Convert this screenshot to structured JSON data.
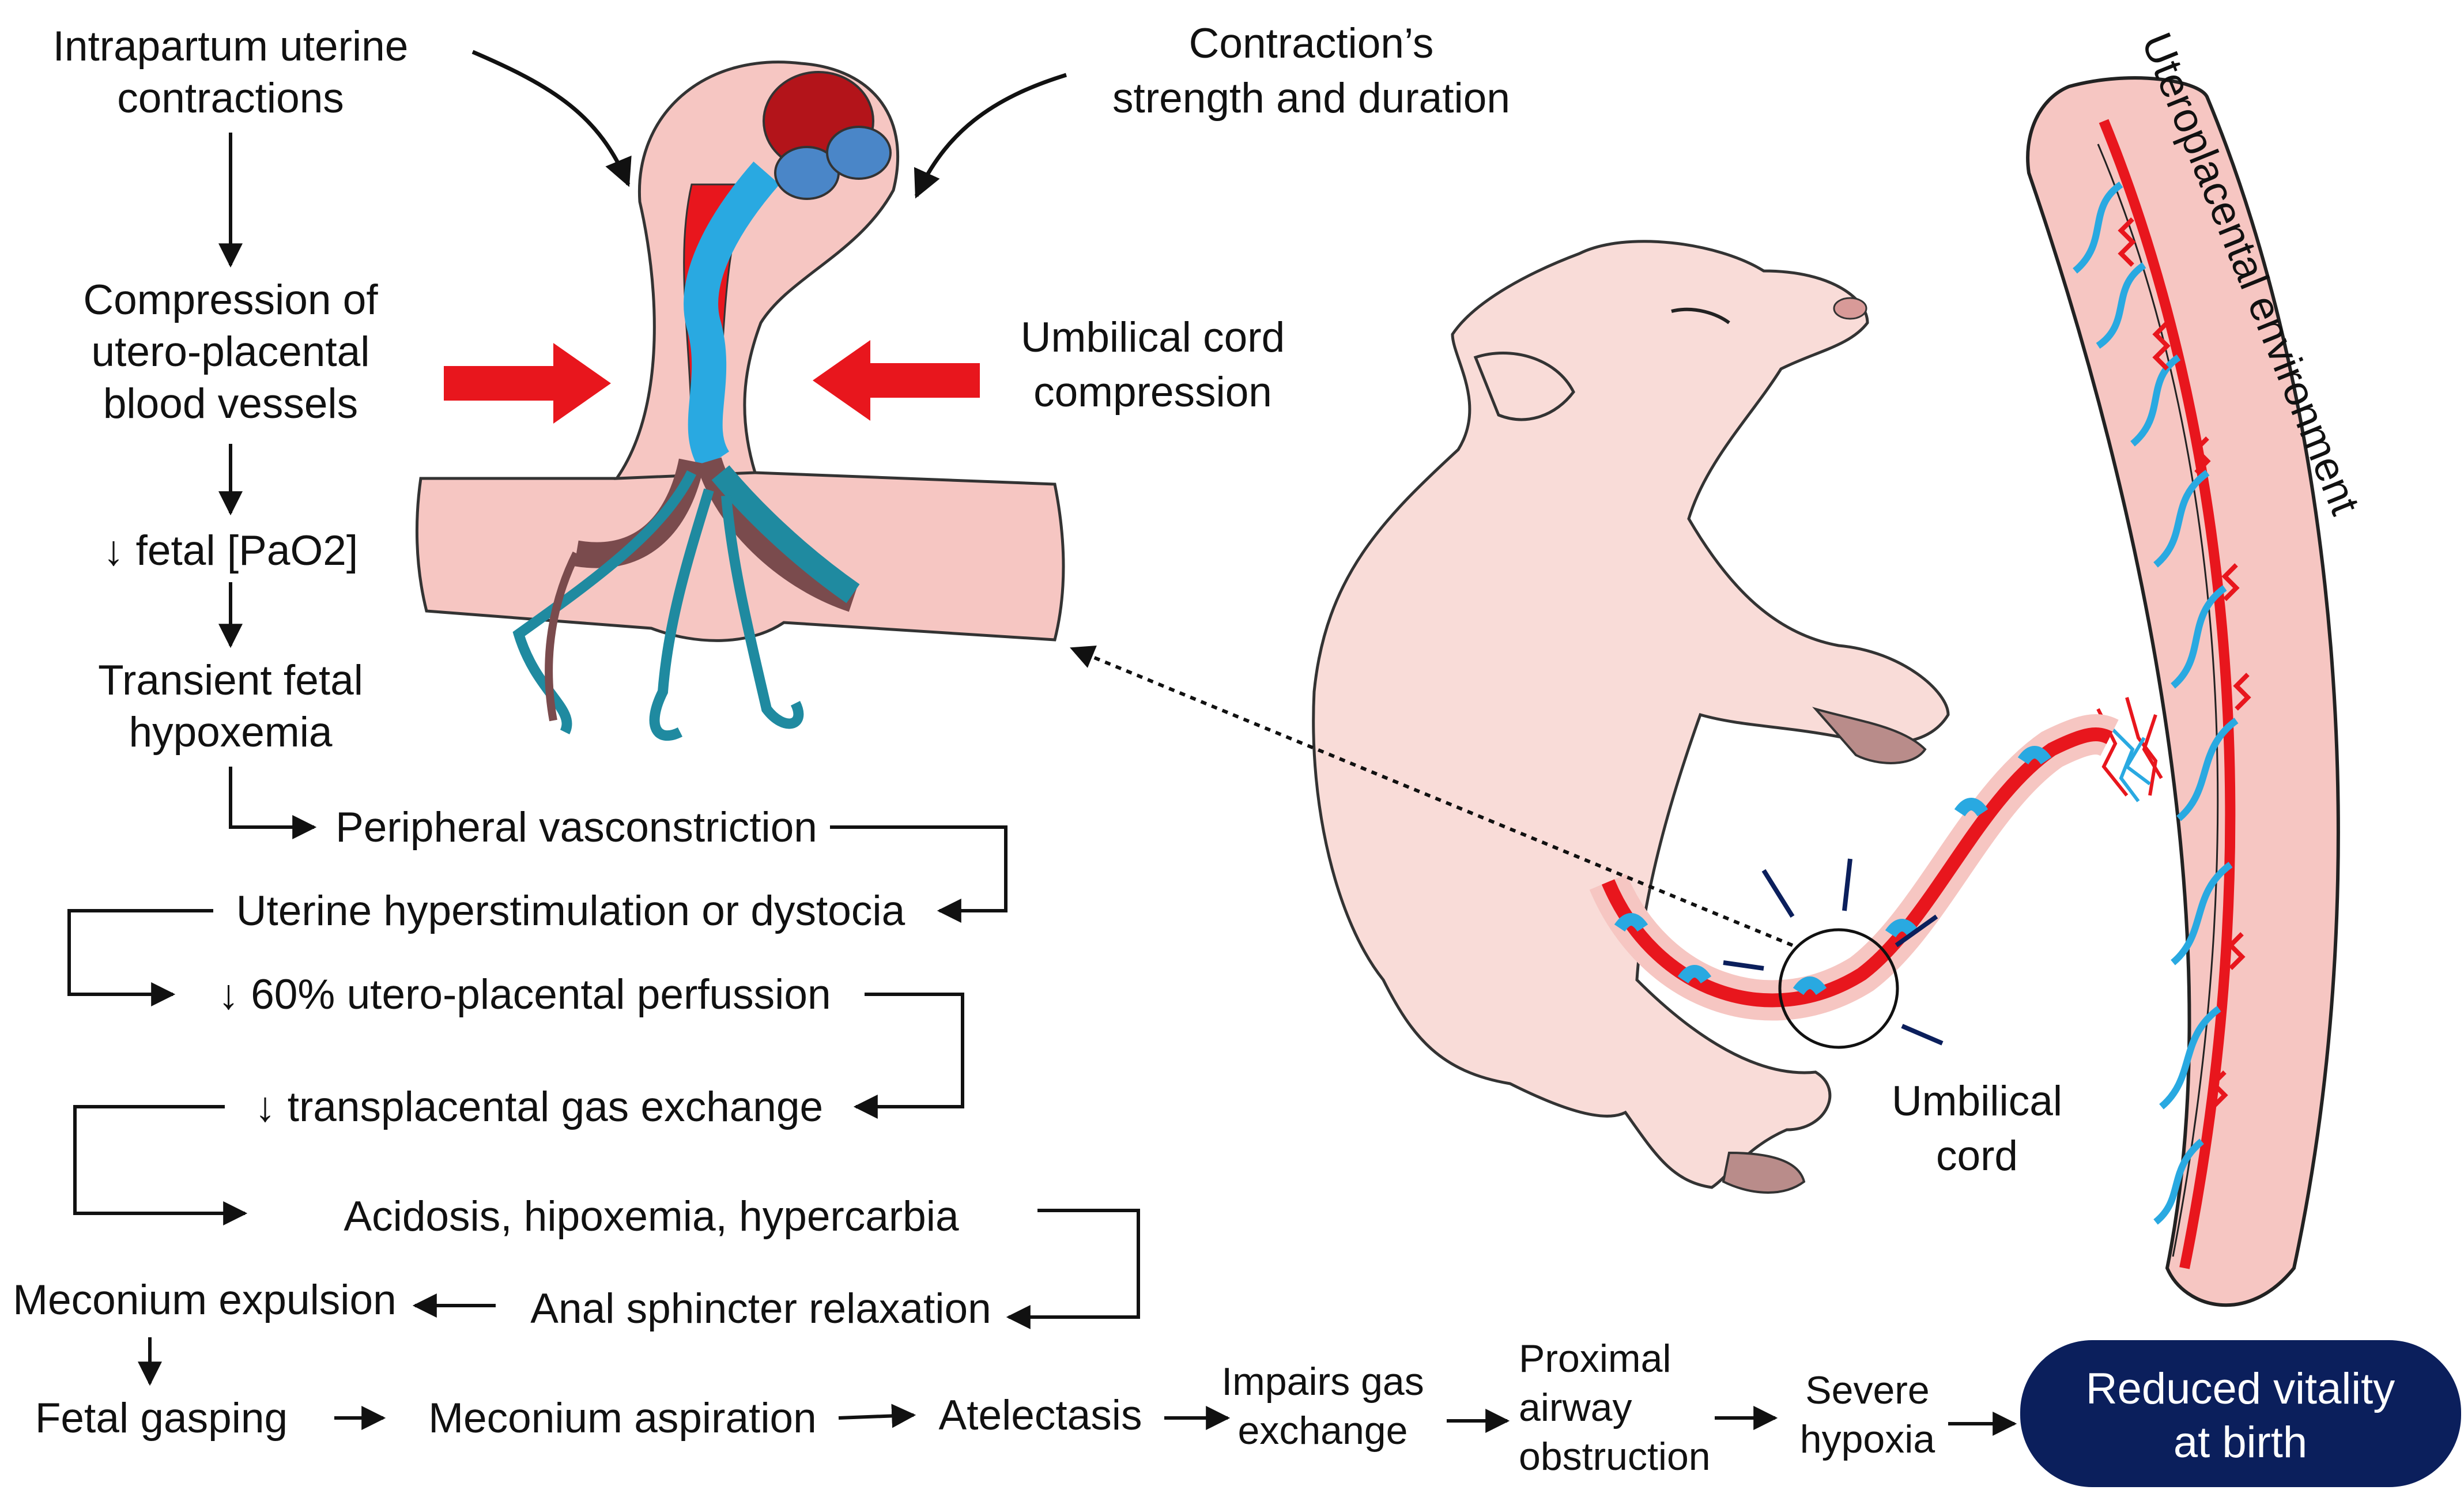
{
  "flow": {
    "intrapartum_1": "Intrapartum uterine",
    "intrapartum_2": "contractions",
    "compression_1": "Compression of",
    "compression_2": "utero-placental",
    "compression_3": "blood vessels",
    "pao2": "↓ fetal [PaO2]",
    "transient_1": "Transient fetal",
    "transient_2": "hypoxemia",
    "peripheral": "Peripheral vasconstriction",
    "uterine_hyper": "Uterine hyperstimulation or dystocia",
    "perfusion": "↓ 60%  utero-placental perfussion",
    "gas_exchange": "↓ transplacental gas exchange",
    "acidosis": "Acidosis, hipoxemia, hypercarbia",
    "anal": "Anal sphincter relaxation",
    "meconium_expulsion": "Meconium expulsion",
    "gasping": "Fetal gasping",
    "aspiration": "Meconium aspiration",
    "atelectasis": "Atelectasis",
    "impairs_1": "Impairs gas",
    "impairs_2": "exchange",
    "proximal_1": "Proximal",
    "proximal_2": "airway",
    "proximal_3": "obstruction",
    "severe_1": "Severe",
    "severe_2": "hypoxia",
    "outcome_1": "Reduced vitality",
    "outcome_2": "at birth"
  },
  "annotations": {
    "contraction_1": "Contraction’s",
    "contraction_2": "strength and duration",
    "cord_compression_1": "Umbilical cord",
    "cord_compression_2": "compression",
    "umbilical_1": "Umbilical",
    "umbilical_2": "cord",
    "uteroplacental": "Uteroplacental environment"
  },
  "colors": {
    "outcome_fill": "#0b1f5c",
    "artery_red": "#e8161d",
    "vein_blue": "#29a9e1",
    "tissue_pink": "#f6c6c2",
    "compression_arrow": "#e8161d"
  }
}
